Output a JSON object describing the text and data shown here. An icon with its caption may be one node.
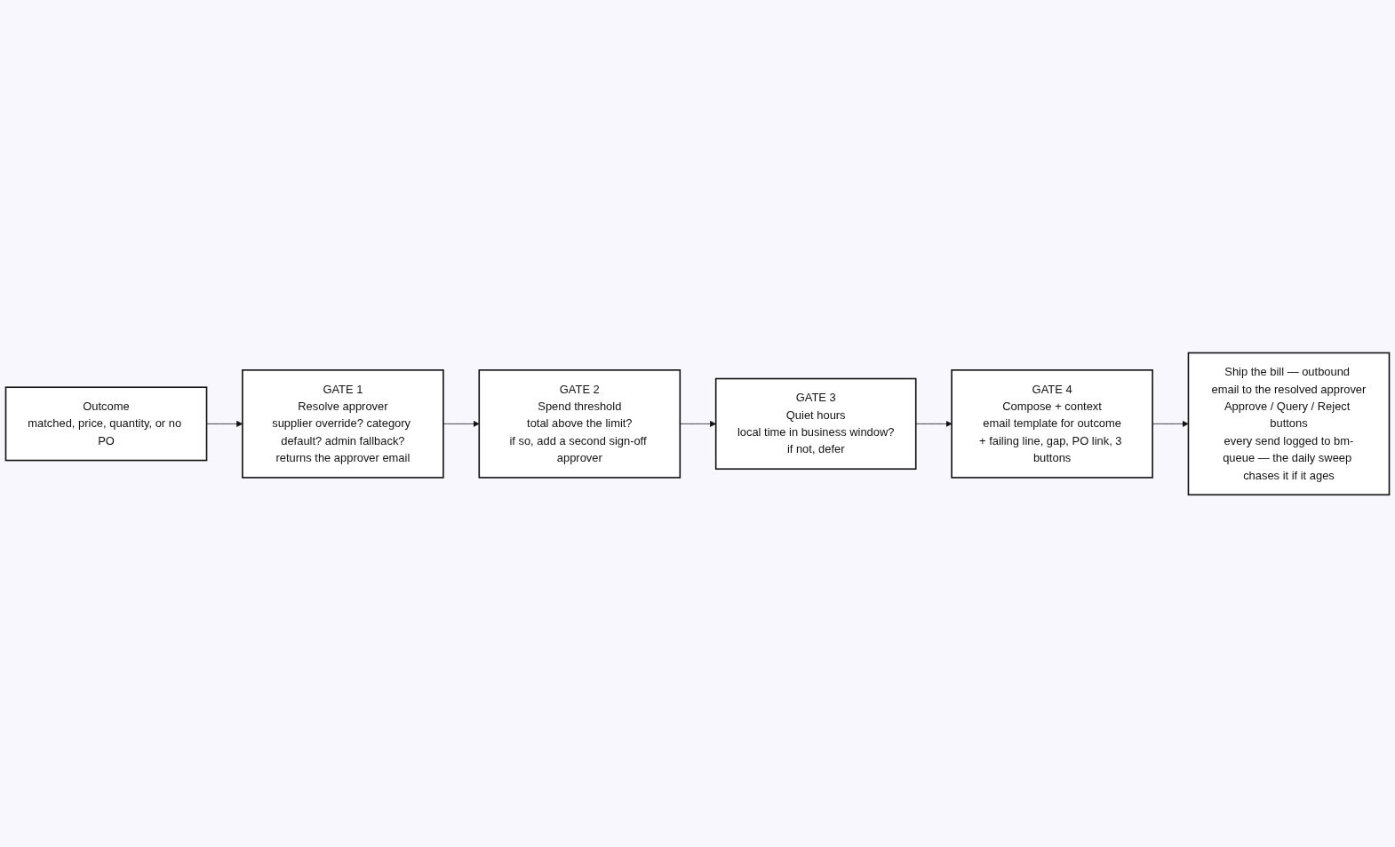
{
  "diagram": {
    "nodes": [
      {
        "text": [
          "Outcome",
          "matched, price, quantity, or no PO"
        ]
      },
      {
        "text": [
          "GATE 1",
          "Resolve approver",
          "supplier override? category default? admin fallback?",
          "returns the approver email"
        ]
      },
      {
        "text": [
          "GATE 2",
          "Spend threshold",
          "total above the limit?",
          "if so, add a second sign-off approver"
        ]
      },
      {
        "text": [
          "GATE 3",
          "Quiet hours",
          "local time in business window?",
          "if not, defer"
        ]
      },
      {
        "text": [
          "GATE 4",
          "Compose + context",
          "email template for outcome",
          "+ failing line, gap, PO link, 3 buttons"
        ]
      },
      {
        "text": [
          "Ship the bill — outbound email to the resolved approver",
          "Approve / Query / Reject buttons",
          "every send logged to bm-queue — the daily sweep chases it if it ages"
        ]
      }
    ],
    "edges": [
      {
        "from": 0,
        "to": 1,
        "arrow": "to"
      },
      {
        "from": 1,
        "to": 2,
        "arrow": "to"
      },
      {
        "from": 2,
        "to": 3,
        "arrow": "to"
      },
      {
        "from": 3,
        "to": 4,
        "arrow": "to"
      },
      {
        "from": 4,
        "to": 5,
        "arrow": "to"
      }
    ]
  }
}
